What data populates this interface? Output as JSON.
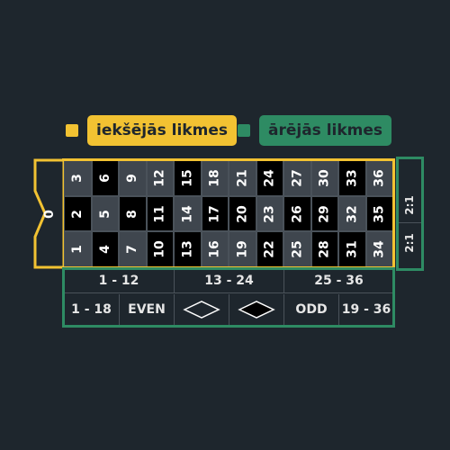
{
  "colors": {
    "background": "#1e262d",
    "inner": "#f2c232",
    "outer": "#2e8b63",
    "black_cell": "#000000",
    "gray_cell": "#3f464e"
  },
  "legend": {
    "inner_label": "iekšējās likmes",
    "outer_label": "ārējās likmes"
  },
  "table": {
    "zero": "0",
    "rows": [
      [
        "3",
        "6",
        "9",
        "12",
        "15",
        "18",
        "21",
        "24",
        "27",
        "30",
        "33",
        "36"
      ],
      [
        "2",
        "5",
        "8",
        "11",
        "14",
        "17",
        "20",
        "23",
        "26",
        "29",
        "32",
        "35"
      ],
      [
        "1",
        "4",
        "7",
        "10",
        "13",
        "16",
        "19",
        "22",
        "25",
        "28",
        "31",
        "34"
      ]
    ],
    "colors": [
      [
        "gray",
        "black",
        "gray",
        "gray",
        "black",
        "gray",
        "gray",
        "black",
        "gray",
        "gray",
        "black",
        "gray"
      ],
      [
        "black",
        "gray",
        "black",
        "black",
        "gray",
        "black",
        "black",
        "gray",
        "black",
        "black",
        "gray",
        "black"
      ],
      [
        "gray",
        "black",
        "gray",
        "black",
        "black",
        "gray",
        "gray",
        "black",
        "gray",
        "black",
        "black",
        "gray"
      ]
    ],
    "columns": [
      "2:1",
      "2:1"
    ],
    "dozens": [
      "1 - 12",
      "13 - 24",
      "25 - 36"
    ],
    "even_money": [
      {
        "type": "text",
        "label": "1 - 18"
      },
      {
        "type": "text",
        "label": "EVEN"
      },
      {
        "type": "diamond",
        "fill": "none",
        "icon": "diamond-outline-icon"
      },
      {
        "type": "diamond",
        "fill": "black",
        "icon": "diamond-black-icon"
      },
      {
        "type": "text",
        "label": "ODD"
      },
      {
        "type": "text",
        "label": "19 - 36"
      }
    ]
  }
}
